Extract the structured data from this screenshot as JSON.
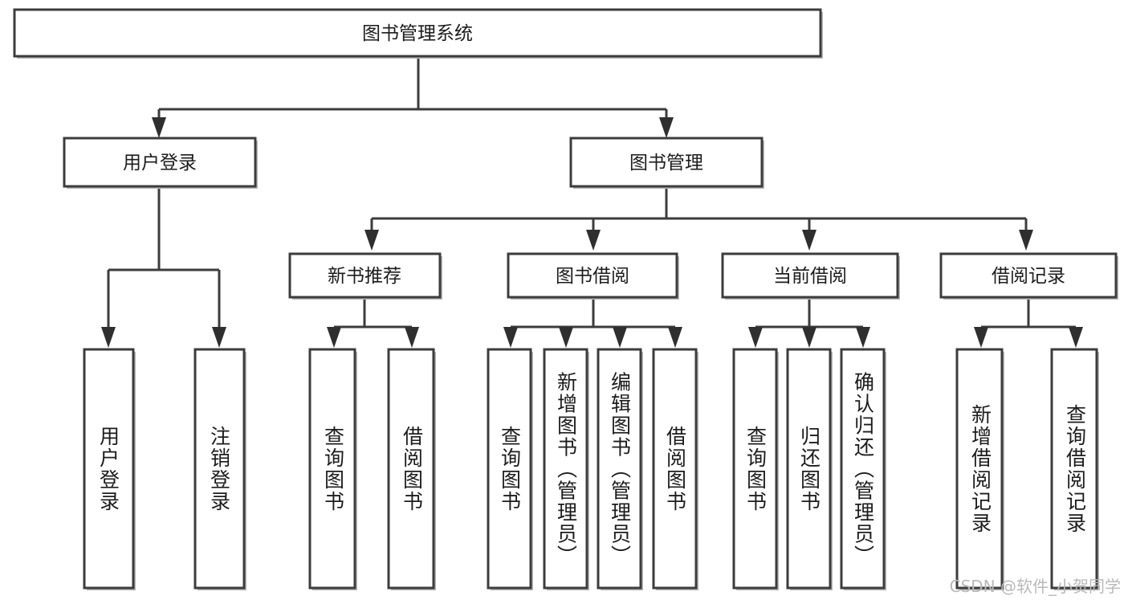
{
  "diagram": {
    "type": "tree",
    "title": "图书管理系统",
    "orientation": "top-down",
    "colors": {
      "box_fill": "#ffffff",
      "box_stroke": "#3c3c3c",
      "connector": "#3c3c3c",
      "text": "#1c1c1c",
      "watermark": "#b9b9b9"
    },
    "root": {
      "label": "图书管理系统"
    },
    "level1": [
      {
        "id": "user-login",
        "label": "用户登录"
      },
      {
        "id": "book-manage",
        "label": "图书管理"
      }
    ],
    "level2": [
      {
        "id": "new-book-recommend",
        "label": "新书推荐",
        "parent": "book-manage"
      },
      {
        "id": "book-borrow",
        "label": "图书借阅",
        "parent": "book-manage"
      },
      {
        "id": "current-borrow",
        "label": "当前借阅",
        "parent": "book-manage"
      },
      {
        "id": "borrow-record",
        "label": "借阅记录",
        "parent": "book-manage"
      }
    ],
    "leaves": {
      "user-login": [
        {
          "id": "leaf-user-login",
          "label": "用户登录"
        },
        {
          "id": "leaf-user-logout",
          "label": "注销登录"
        }
      ],
      "new-book-recommend": [
        {
          "id": "leaf-query-book-1",
          "label": "查询图书"
        },
        {
          "id": "leaf-borrow-book-1",
          "label": "借阅图书"
        }
      ],
      "book-borrow": [
        {
          "id": "leaf-query-book-2",
          "label": "查询图书"
        },
        {
          "id": "leaf-add-book",
          "label": "新增图书（管理员）"
        },
        {
          "id": "leaf-edit-book",
          "label": "编辑图书（管理员）"
        },
        {
          "id": "leaf-borrow-book-2",
          "label": "借阅图书"
        }
      ],
      "current-borrow": [
        {
          "id": "leaf-query-book-3",
          "label": "查询图书"
        },
        {
          "id": "leaf-return-book",
          "label": "归还图书"
        },
        {
          "id": "leaf-confirm-return",
          "label": "确认归还（管理员）"
        }
      ],
      "borrow-record": [
        {
          "id": "leaf-add-record",
          "label": "新增借阅记录"
        },
        {
          "id": "leaf-query-record",
          "label": "查询借阅记录"
        }
      ]
    }
  },
  "watermark": {
    "text": "CSDN @软件_小贺同学"
  }
}
